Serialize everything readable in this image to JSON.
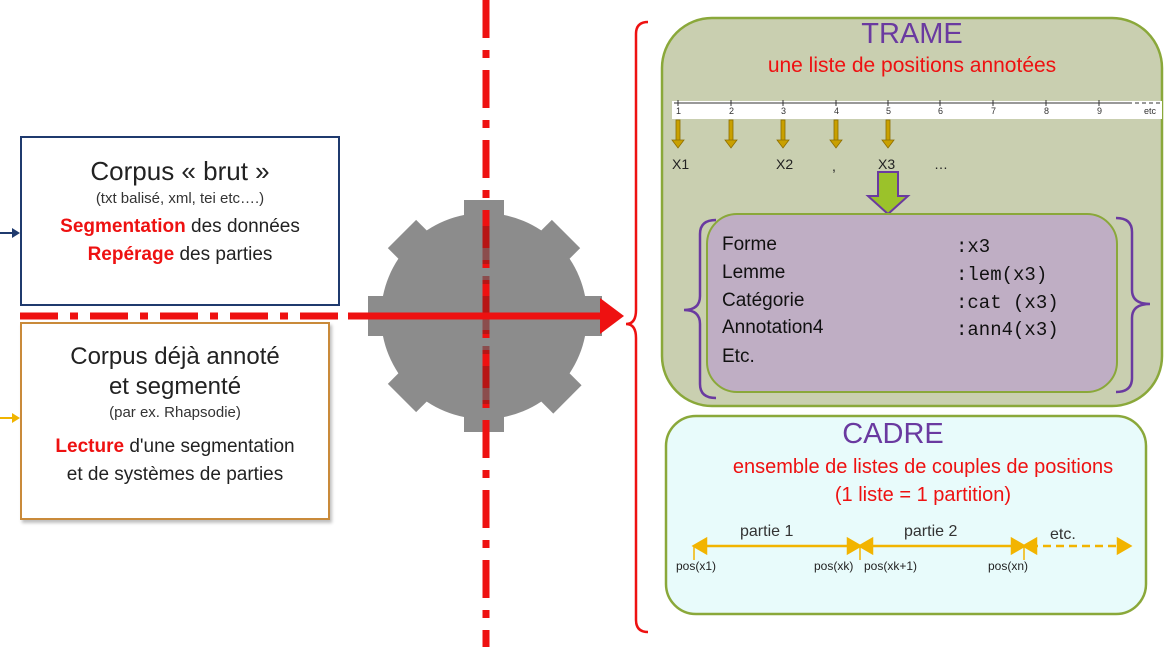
{
  "brut": {
    "title": "Corpus « brut »",
    "subtitle": "(txt balisé, xml, tei etc….)",
    "line1_bold": "Segmentation",
    "line1_rest": " des données",
    "line2_bold": "Repérage",
    "line2_rest": " des parties"
  },
  "annote": {
    "title1": "Corpus  déjà annoté",
    "title2": "et segmenté",
    "subtitle": "(par ex. Rhapsodie)",
    "line1_bold": "Lecture",
    "line1_rest": " d'une segmentation",
    "line2": "et de systèmes de parties"
  },
  "trame": {
    "title": "TRAME",
    "subtitle": "une liste de positions annotées",
    "ticks": [
      "1",
      "2",
      "3",
      "4",
      "5",
      "6",
      "7",
      "8",
      "9",
      "etc"
    ],
    "xlabels": [
      "X1",
      "X2",
      ",",
      "X3",
      "…"
    ],
    "rows": [
      {
        "label": "Forme",
        "value": ":x3"
      },
      {
        "label": "Lemme",
        "value": ":lem(x3)"
      },
      {
        "label": "Catégorie",
        "value": ":cat (x3)"
      },
      {
        "label": "Annotation4",
        "value": ":ann4(x3)"
      },
      {
        "label": "Etc.",
        "value": ""
      }
    ]
  },
  "cadre": {
    "title": "CADRE",
    "line1": "ensemble de listes de couples de positions",
    "line2": "(1 liste = 1 partition)",
    "parts": [
      "partie 1",
      "partie 2",
      "etc."
    ],
    "positions": [
      "pos(x1)",
      "pos(xk)",
      "pos(xk+1)",
      "pos(xn)"
    ]
  },
  "colors": {
    "red": "#ee1111",
    "blue": "#1f3a6e",
    "orange": "#f0b400",
    "purple": "#6a3aa0",
    "green": "#8aa83a",
    "gear": "#8c8c8c"
  }
}
